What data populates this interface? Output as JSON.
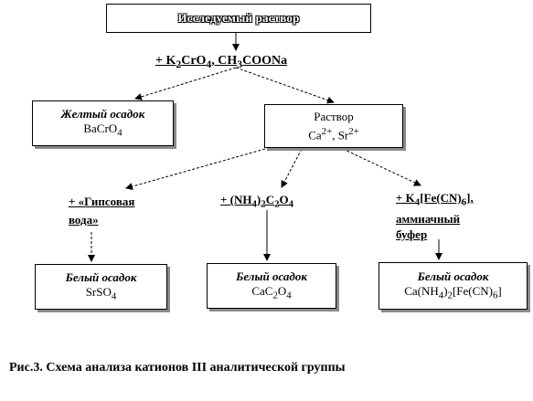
{
  "top_box": {
    "text": "Исследуемый раствор"
  },
  "reagent1": {
    "prefix": "+ K",
    "sub1": "2",
    "mid1": "CrO",
    "sub2": "4",
    "rest": ", CH",
    "sub3": "3",
    "tail": "COONa"
  },
  "left_box": {
    "title": "Желтый осадок",
    "formula_main": "BaCrO",
    "formula_sub": "4"
  },
  "solution_box": {
    "title": "Раствор",
    "ion1": "Ca",
    "ion1_sup": "2+",
    "sep": ", Sr",
    "ion2_sup": "2+"
  },
  "reagent_left": {
    "line1": "+ «Гипсовая",
    "line2": "вода»"
  },
  "reagent_mid": {
    "prefix": "+ (NH",
    "sub1": "4",
    "mid": ")",
    "sub2": "2",
    "c": "C",
    "sub3": "2",
    "o": "O",
    "sub4": "4"
  },
  "reagent_right": {
    "prefix": "+ K",
    "sub1": "4",
    "mid": "[Fe(CN)",
    "sub2": "6",
    "tail": "],",
    "line2": "аммиачный",
    "line3": "буфер"
  },
  "precip_left": {
    "title": "Белый осадок",
    "formula_main": "SrSO",
    "formula_sub": "4"
  },
  "precip_mid": {
    "title": "Белый осадок",
    "c": "CaC",
    "sub1": "2",
    "o": "O",
    "sub2": "4"
  },
  "precip_right": {
    "title": "Белый осадок",
    "a": "Ca(NH",
    "sub1": "4",
    "b": ")",
    "sub2": "2",
    "c": "[Fe(CN)",
    "sub3": "6",
    "d": "]"
  },
  "caption": "Рис.3. Схема анализа катионов III аналитической группы"
}
